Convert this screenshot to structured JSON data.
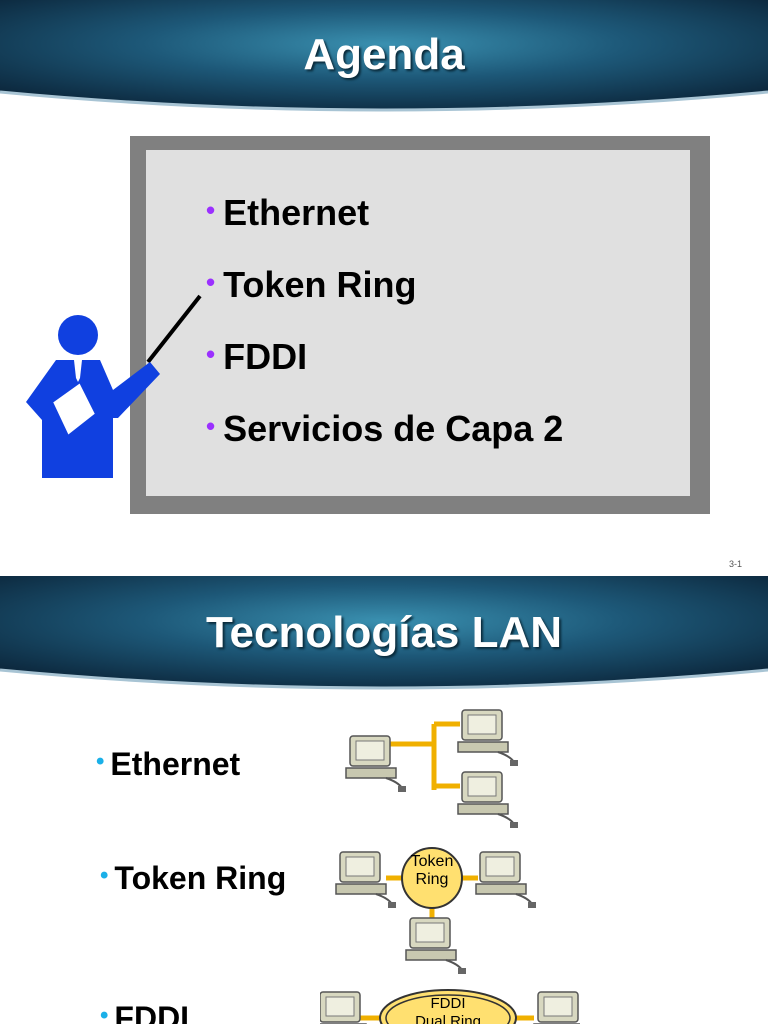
{
  "slide1": {
    "title": "Agenda",
    "items": [
      "Ethernet",
      "Token Ring",
      "FDDI",
      "Servicios de Capa 2"
    ],
    "page_number": "3-1",
    "bullet_color": "#9b30ff"
  },
  "slide2": {
    "title": "Tecnologías LAN",
    "items": [
      "Ethernet",
      "Token Ring",
      "FDDI"
    ],
    "token_ring_label": [
      "Token",
      "Ring"
    ],
    "fddi_label": [
      "FDDI",
      "Dual Ring"
    ],
    "bullet_color": "#1ab0e8"
  },
  "colors": {
    "cable": "#f0b000",
    "ring_fill": "#ffe070",
    "presenter": "#1040e0"
  },
  "icons": [
    "presenter-icon",
    "computer-icon"
  ]
}
